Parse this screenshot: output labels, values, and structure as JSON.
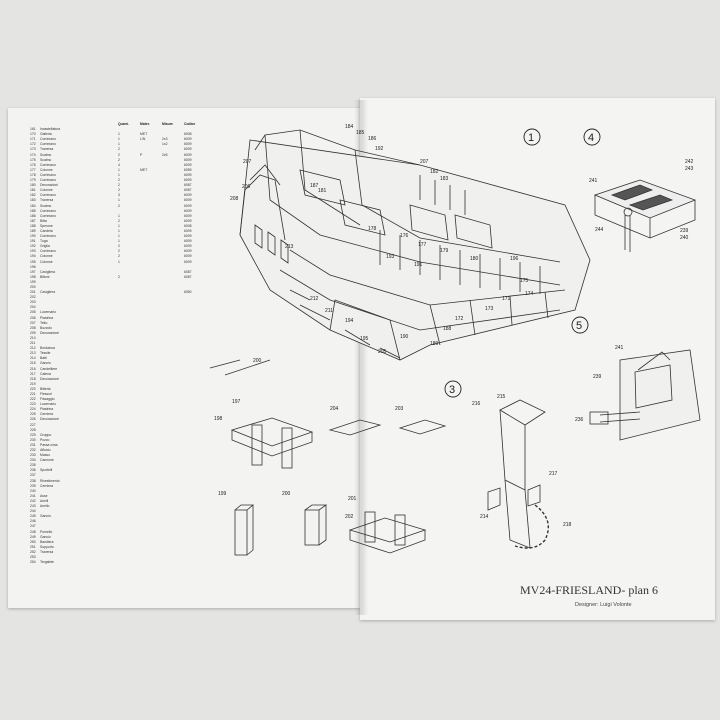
{
  "plan": {
    "title": "MV24-FRIESLAND- plan 6",
    "designer": "Designer: Luigi Volonte"
  },
  "parts_table": {
    "columns": [
      "Quant.",
      "Mater.",
      "Misure",
      "Codice"
    ],
    "rows": [
      [
        "161",
        "Incastellatura",
        "",
        "",
        "",
        ""
      ],
      [
        "170",
        "Galleria",
        "1",
        "MET",
        "",
        "6008"
      ],
      [
        "171",
        "Corrimano",
        "1",
        "L/N",
        "2x3",
        "6009"
      ],
      [
        "172",
        "Corrimano",
        "1",
        "",
        "1x2",
        "6009"
      ],
      [
        "173",
        "Traversa",
        "2",
        "",
        "",
        "6009"
      ],
      [
        "174",
        "Scalmo",
        "2",
        "P",
        "2x5",
        "6009"
      ],
      [
        "175",
        "Scalmo",
        "2",
        "",
        "",
        "6009"
      ],
      [
        "176",
        "Corrimano",
        "4",
        "",
        "",
        "6009"
      ],
      [
        "177",
        "Colonne",
        "1",
        "MET",
        "",
        "6059"
      ],
      [
        "178",
        "Corrimano",
        "1",
        "",
        "",
        "6009"
      ],
      [
        "179",
        "Corrimano",
        "2",
        "",
        "",
        "6009"
      ],
      [
        "180",
        "Decorazioni",
        "2",
        "",
        "",
        "6087"
      ],
      [
        "181",
        "Colonne",
        "2",
        "",
        "",
        "6087"
      ],
      [
        "182",
        "Corrimano",
        "3",
        "",
        "",
        "6009"
      ],
      [
        "183",
        "Traversa",
        "1",
        "",
        "",
        "6009"
      ],
      [
        "184",
        "Scalmo",
        "2",
        "",
        "",
        "6009"
      ],
      [
        "185",
        "Corrimano",
        "",
        "",
        "",
        "6009"
      ],
      [
        "186",
        "Corrimano",
        "1",
        "",
        "",
        "6009"
      ],
      [
        "187",
        "Bitta",
        "2",
        "",
        "",
        "6009"
      ],
      [
        "188",
        "Sperone",
        "1",
        "",
        "",
        "6008"
      ],
      [
        "189",
        "Candela",
        "1",
        "",
        "",
        "6009"
      ],
      [
        "190",
        "Corrimano",
        "1",
        "",
        "",
        "6009"
      ],
      [
        "191",
        "Tuga",
        "1",
        "",
        "",
        "6009"
      ],
      [
        "192",
        "Griglia",
        "2",
        "",
        "",
        "6009"
      ],
      [
        "193",
        "Corrimano",
        "2",
        "",
        "",
        "6009"
      ],
      [
        "194",
        "Colonne",
        "2",
        "",
        "",
        "6009"
      ],
      [
        "195",
        "Colonne",
        "1",
        "",
        "",
        "6009"
      ],
      [
        "196",
        "",
        "",
        "",
        "",
        ""
      ],
      [
        "197",
        "Cavigliera",
        "",
        "",
        "",
        "6087"
      ],
      [
        "198",
        "Bittoni",
        "2",
        "",
        "",
        "6087"
      ],
      [
        "199",
        "",
        "",
        "",
        "",
        ""
      ],
      [
        "200",
        "",
        "",
        "",
        "",
        ""
      ],
      [
        "201",
        "Cavigliera",
        "",
        "",
        "",
        "6050"
      ],
      [
        "202",
        "",
        "",
        "",
        "",
        ""
      ],
      [
        "203",
        "",
        "",
        "",
        "",
        ""
      ],
      [
        "204",
        "",
        "",
        "",
        "",
        ""
      ],
      [
        "205",
        "Lucernario",
        "",
        "",
        "",
        ""
      ],
      [
        "206",
        "Piastrina",
        "",
        "",
        "",
        ""
      ],
      [
        "207",
        "Tetto",
        "",
        "",
        "",
        ""
      ],
      [
        "208",
        "Bozzolo",
        "",
        "",
        "",
        ""
      ],
      [
        "209",
        "Decorazione",
        "",
        "",
        "",
        ""
      ],
      [
        "210",
        "",
        "",
        "",
        "",
        ""
      ],
      [
        "211",
        "",
        "",
        "",
        "",
        ""
      ],
      [
        "212",
        "Bordatura",
        "",
        "",
        "",
        ""
      ],
      [
        "213",
        "Tessile",
        "",
        "",
        "",
        ""
      ],
      [
        "214",
        "Battì",
        "",
        "",
        "",
        ""
      ],
      [
        "215",
        "Gancio",
        "",
        "",
        "",
        ""
      ],
      [
        "216",
        "Candelliere",
        "",
        "",
        "",
        ""
      ],
      [
        "217",
        "Catena",
        "",
        "",
        "",
        ""
      ],
      [
        "218",
        "Decorazione",
        "",
        "",
        "",
        ""
      ],
      [
        "219",
        "",
        "",
        "",
        "",
        ""
      ],
      [
        "220",
        "Bitteria",
        "",
        "",
        "",
        ""
      ],
      [
        "221",
        "Flessori",
        "",
        "",
        "",
        ""
      ],
      [
        "222",
        "Fissaggio",
        "",
        "",
        "",
        ""
      ],
      [
        "223",
        "Lucernario",
        "",
        "",
        "",
        ""
      ],
      [
        "224",
        "Piastrina",
        "",
        "",
        "",
        ""
      ],
      [
        "225",
        "Cerniera",
        "",
        "",
        "",
        ""
      ],
      [
        "226",
        "Decorazione",
        "",
        "",
        "",
        ""
      ],
      [
        "227",
        "",
        "",
        "",
        "",
        ""
      ],
      [
        "228",
        "",
        "",
        "",
        "",
        ""
      ],
      [
        "229",
        "Gruppo",
        "",
        "",
        "",
        ""
      ],
      [
        "230",
        "Pozzo",
        "",
        "",
        "",
        ""
      ],
      [
        "231",
        "Passa cima",
        "",
        "",
        "",
        ""
      ],
      [
        "232",
        "Affusto",
        "",
        "",
        "",
        ""
      ],
      [
        "233",
        "Masso",
        "",
        "",
        "",
        ""
      ],
      [
        "234",
        "Cannone",
        "",
        "",
        "",
        ""
      ],
      [
        "235",
        "",
        "",
        "",
        "",
        ""
      ],
      [
        "236",
        "Sportelli",
        "",
        "",
        "",
        ""
      ],
      [
        "237",
        "",
        "",
        "",
        "",
        ""
      ],
      [
        "238",
        "Rivestimento",
        "",
        "",
        "",
        ""
      ],
      [
        "239",
        "Cerniera",
        "",
        "",
        "",
        ""
      ],
      [
        "240",
        "",
        "",
        "",
        "",
        ""
      ],
      [
        "241",
        "Asse",
        "",
        "",
        "",
        ""
      ],
      [
        "242",
        "Anelli",
        "",
        "",
        "",
        ""
      ],
      [
        "243",
        "Anello",
        "",
        "",
        "",
        ""
      ],
      [
        "244",
        "",
        "",
        "",
        "",
        ""
      ],
      [
        "245",
        "Gancio",
        "",
        "",
        "",
        ""
      ],
      [
        "246",
        "",
        "",
        "",
        "",
        ""
      ],
      [
        "247",
        "",
        "",
        "",
        "",
        ""
      ],
      [
        "248",
        "Pomello",
        "",
        "",
        "",
        ""
      ],
      [
        "249",
        "Gancio",
        "",
        "",
        "",
        ""
      ],
      [
        "250",
        "Bandiera",
        "",
        "",
        "",
        ""
      ],
      [
        "251",
        "Supporto",
        "",
        "",
        "",
        ""
      ],
      [
        "252",
        "Traversa",
        "",
        "",
        "",
        ""
      ],
      [
        "253",
        "",
        "",
        "",
        "",
        ""
      ],
      [
        "254",
        "Tergalete",
        "",
        "",
        "",
        ""
      ]
    ]
  },
  "figures": {
    "fig1": "1",
    "fig3": "3",
    "fig4": "4",
    "fig5": "5",
    "labels_main": [
      "184",
      "185",
      "186",
      "207",
      "182",
      "183",
      "187",
      "181",
      "178",
      "176",
      "177",
      "179",
      "180",
      "196",
      "175",
      "174",
      "173",
      "172",
      "171",
      "205",
      "206",
      "208",
      "211",
      "212",
      "213",
      "194",
      "195",
      "193",
      "200",
      "190",
      "189",
      "188",
      "192",
      "191"
    ],
    "labels_fig4": [
      "241",
      "242",
      "243",
      "244",
      "239",
      "240"
    ],
    "labels_fig5": [
      "241",
      "239",
      "236"
    ],
    "labels_fig3": [
      "216",
      "215",
      "217",
      "218",
      "214"
    ],
    "labels_small": [
      "197",
      "198",
      "204",
      "203",
      "199",
      "200",
      "201",
      "202"
    ]
  }
}
